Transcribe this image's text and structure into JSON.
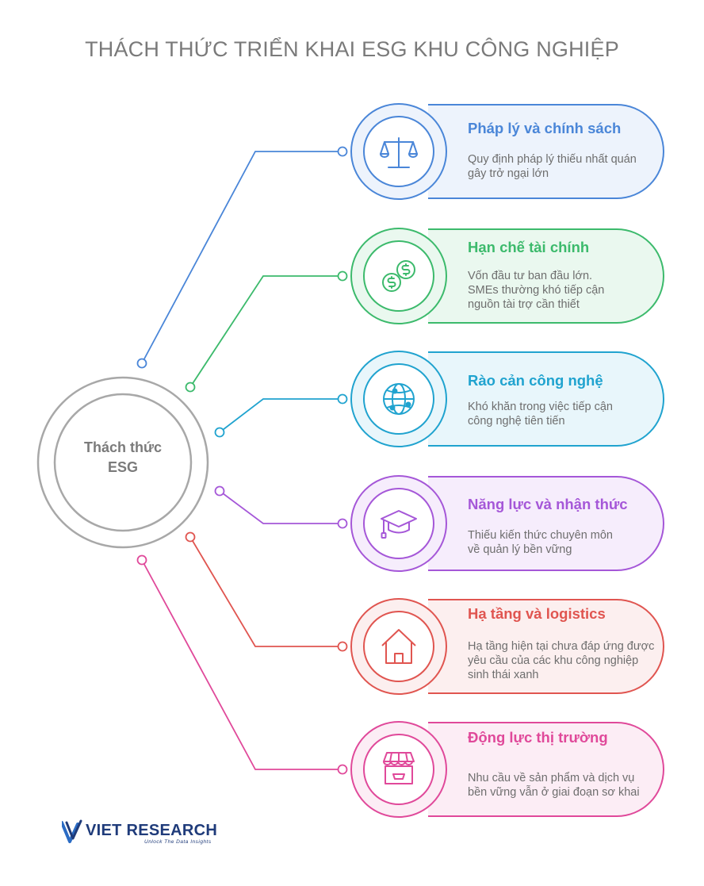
{
  "title": "THÁCH THỨC TRIỂN KHAI ESG KHU CÔNG NGHIỆP",
  "hub": {
    "label": "Thách thức\nESG"
  },
  "items": [
    {
      "title": "Pháp lý và chính sách",
      "desc": "Quy định pháp lý thiếu nhất quán\ngây trở ngại lớn",
      "icon": "scale-icon",
      "color": "#4a86d8",
      "fill": "#edf3fc"
    },
    {
      "title": "Hạn chế tài chính",
      "desc": "Vốn đầu tư ban đầu lớn.\nSMEs thường khó tiếp cận\nnguồn tài trợ cần thiết",
      "icon": "dollar-coins-icon",
      "color": "#3cba6c",
      "fill": "#eaf8ef"
    },
    {
      "title": "Rào cản công nghệ",
      "desc": "Khó khăn trong việc tiếp cận\ncông nghệ tiên tiến",
      "icon": "globe-network-icon",
      "color": "#20a3cf",
      "fill": "#e8f6fb"
    },
    {
      "title": "Năng lực và nhận thức",
      "desc": "Thiếu kiến thức chuyên môn\nvề quản lý bền vững",
      "icon": "graduation-cap-icon",
      "color": "#a557d8",
      "fill": "#f6edfc"
    },
    {
      "title": "Hạ tầng và logistics",
      "desc": "Hạ tầng hiện tại chưa đáp ứng được\nyêu cầu của các khu công nghiệp\nsinh thái xanh",
      "icon": "house-icon",
      "color": "#e05550",
      "fill": "#fcefef"
    },
    {
      "title": "Động lực thị trường",
      "desc": "Nhu cầu về sản phẩm và dịch vụ\nbền vững vẫn ở giai đoạn sơ khai",
      "icon": "market-stall-icon",
      "color": "#e0499a",
      "fill": "#fcedf5"
    }
  ],
  "logo": {
    "name": "VIET RESEARCH",
    "tagline": "Unlock The Data Insights",
    "color": "#1f3b7a"
  }
}
